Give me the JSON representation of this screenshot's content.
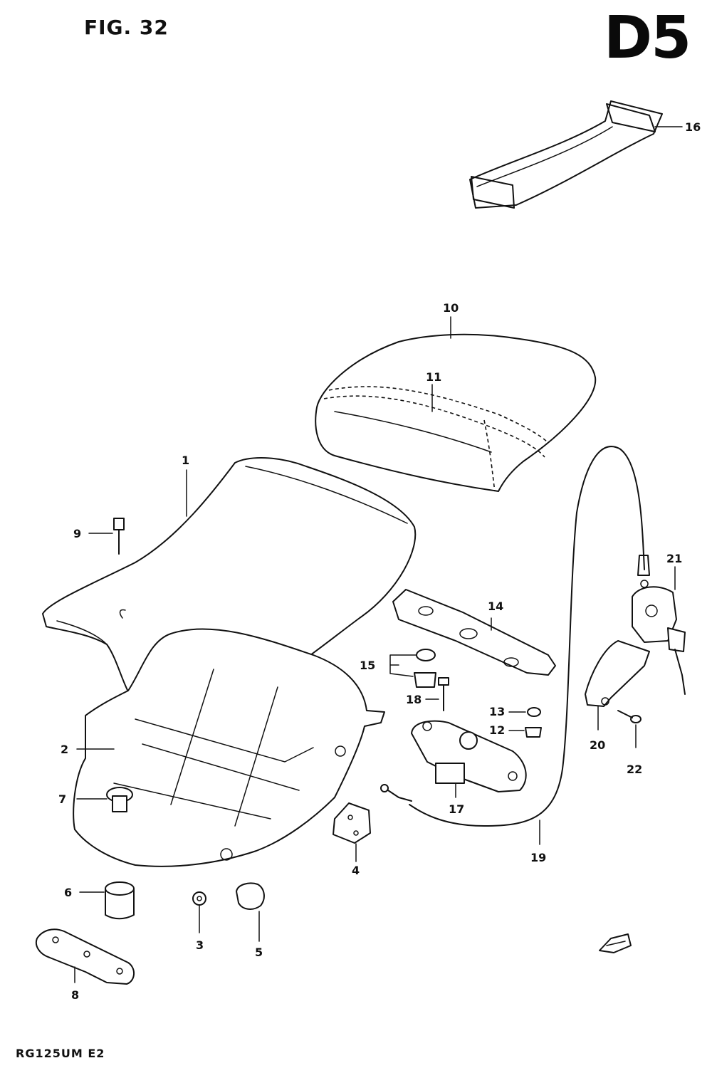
{
  "header": {
    "figure_label": "FIG. 32",
    "section_code": "D5"
  },
  "footer": {
    "model_code": "RG125UM E2"
  },
  "callouts": [
    "1",
    "2",
    "3",
    "4",
    "5",
    "6",
    "7",
    "8",
    "9",
    "10",
    "11",
    "12",
    "13",
    "14",
    "15",
    "16",
    "17",
    "18",
    "19",
    "20",
    "21",
    "22"
  ]
}
